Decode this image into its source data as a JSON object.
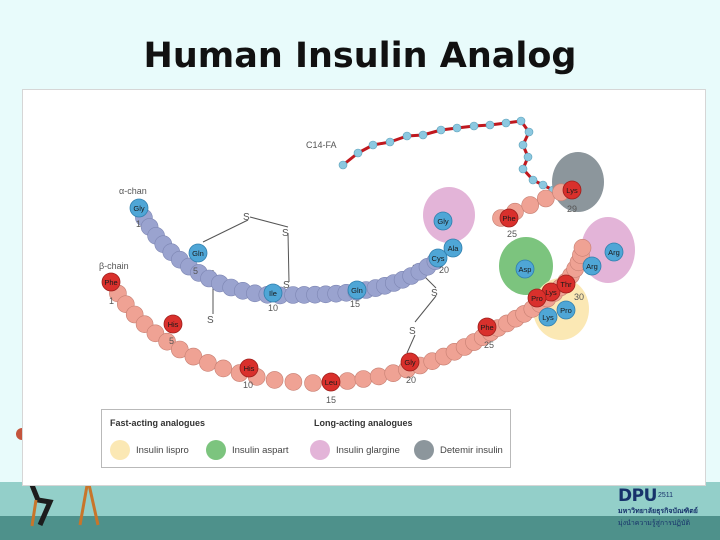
{
  "slide": {
    "title": "Human Insulin Analog"
  },
  "diagram": {
    "fatty_acid_label": "C14-FA",
    "alpha_chain_label": "α-chan",
    "beta_chain_label": "β-chain",
    "alpha_residues": {
      "gly": "Gly",
      "gln": "Gln",
      "ile": "Ile",
      "gln2": "Gln",
      "cys": "Cys",
      "gly_top": "Gly",
      "ala": "Ala"
    },
    "alpha_numbers": {
      "n1": "1",
      "n5": "5",
      "n10": "10",
      "n15": "15",
      "n20": "20"
    },
    "beta_residues": {
      "phe1": "Phe",
      "his5": "His",
      "his10": "His",
      "leu15": "Leu",
      "gly20": "Gly",
      "phe25": "Phe",
      "phe25_top": "Phe",
      "lys29": "Lys",
      "arg": "Arg",
      "arg2": "Arg",
      "asp": "Asp",
      "lys": "Lys",
      "thr": "Thr",
      "pro": "Pro",
      "lys2": "Lys",
      "pro2": "Pro"
    },
    "beta_numbers": {
      "n1": "1",
      "n5": "5",
      "n10": "10",
      "n15": "15",
      "n20": "20",
      "n25": "25",
      "n25_top": "25",
      "n29": "29",
      "n30": "30"
    },
    "sulfur_label": "S"
  },
  "legend": {
    "fast_heading": "Fast-acting analogues",
    "long_heading": "Long-acting analogues",
    "items": [
      {
        "label": "Insulin lispro",
        "color": "#fbe8b4"
      },
      {
        "label": "Insulin aspart",
        "color": "#7cc47e"
      },
      {
        "label": "Insulin glargine",
        "color": "#e3b4d8"
      },
      {
        "label": "Detemir insulin",
        "color": "#8c969c"
      }
    ]
  },
  "logo": {
    "mark": "DPU",
    "year": "2511",
    "line1": "มหาวิทยาลัยธุรกิจบัณฑิตย์",
    "line2": "มุ่งนำความรู้สู่การปฏิบัติ"
  },
  "colors": {
    "alpha_bead": "#9aa3cf",
    "beta_bead": "#efa294",
    "fatty_acid_bond": "#c0181e",
    "fatty_acid_atom": "#8cc8e0",
    "residue_blue": "#4fa6d6",
    "residue_red": "#d9302c"
  }
}
